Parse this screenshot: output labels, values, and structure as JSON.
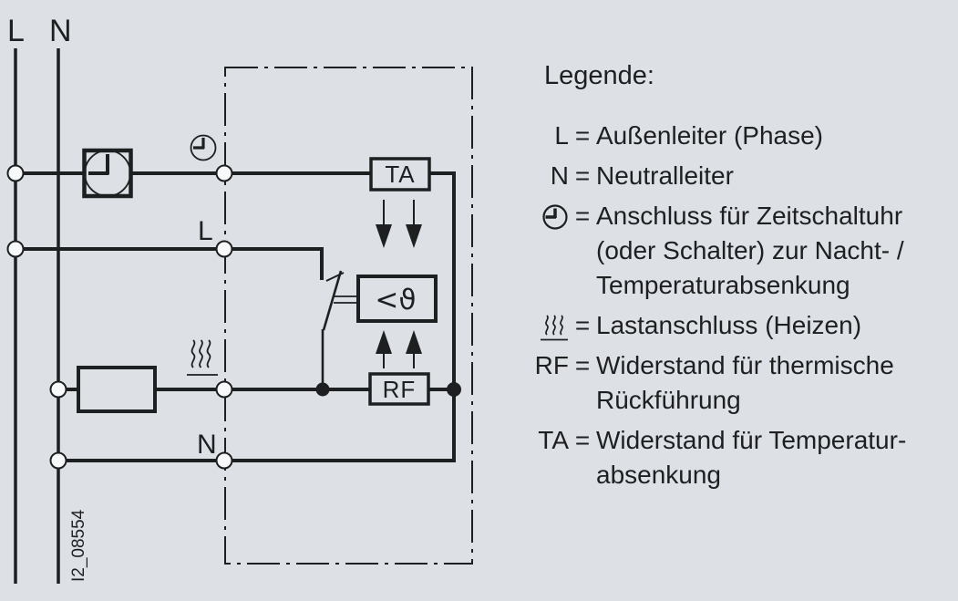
{
  "colors": {
    "background": "#dde1e6",
    "line": "#1d1f21",
    "terminal_fill": "#f7f9fa"
  },
  "diagram": {
    "bus_l_label": "L",
    "bus_n_label": "N",
    "inner_l_label": "L",
    "inner_n_label": "N",
    "ta_box_label": "TA",
    "rf_box_label": "RF",
    "thermostat_box_label": "<ϑ",
    "figure_id": "I2_08554"
  },
  "legend": {
    "title": "Legende:",
    "entries": [
      {
        "symbol": "L",
        "eq": "=",
        "lines": [
          "Außenleiter (Phase)"
        ]
      },
      {
        "symbol": "N",
        "eq": "=",
        "lines": [
          "Neutralleiter"
        ]
      },
      {
        "symbol_icon": "clock-icon",
        "eq": "=",
        "lines": [
          "Anschluss für Zeitschaltuhr",
          "(oder Schalter) zur Nacht- /",
          "Temperaturabsenkung"
        ]
      },
      {
        "symbol_icon": "heating-icon",
        "eq": "=",
        "lines": [
          "Lastanschluss (Heizen)"
        ]
      },
      {
        "symbol": "RF",
        "eq": "=",
        "lines": [
          "Widerstand für thermische",
          "Rückführung"
        ]
      },
      {
        "symbol": "TA",
        "eq": "=",
        "lines": [
          "Widerstand für Temperatur-",
          "absenkung"
        ]
      }
    ]
  }
}
